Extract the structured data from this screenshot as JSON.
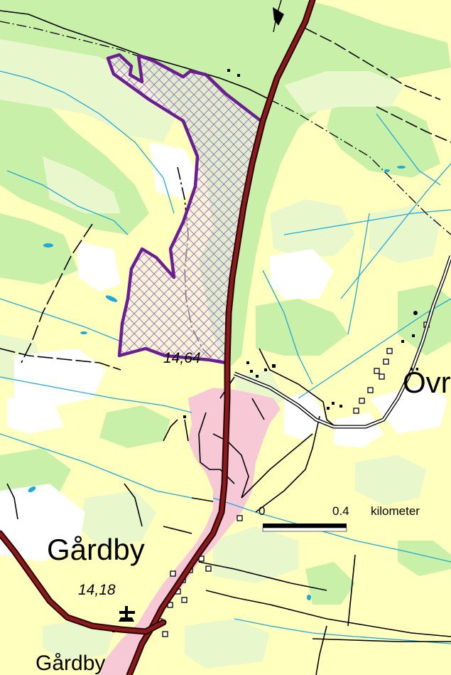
{
  "map": {
    "places": {
      "gardby_large": "Gårdby",
      "gardby_small": "Gårdby",
      "ovra_partial": "Övr"
    },
    "elevations": {
      "north": "14,64",
      "south": "14,18"
    },
    "scale_bar": {
      "start_label": "0",
      "end_label": "0.4",
      "unit_label": "kilometer"
    },
    "colors": {
      "field": "#ffffbe",
      "forest": "#c8f0a8",
      "meadow": "#e8f8cc",
      "built_up": "#f7c8d6",
      "water": "#1fa8d8",
      "main_road": "#6e0d10",
      "protected_area": "#6b1e92",
      "boundary_line": "#000000"
    }
  }
}
